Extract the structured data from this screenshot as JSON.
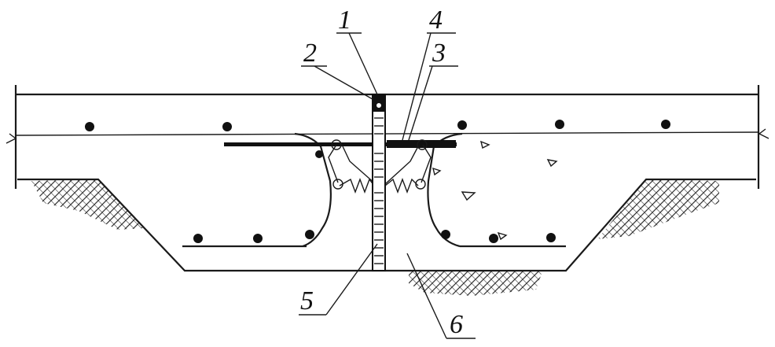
{
  "labels": {
    "l1": "1",
    "l2": "2",
    "l3": "3",
    "l4": "4",
    "l5": "5",
    "l6": "6"
  },
  "colors": {
    "ink": "#111111",
    "paper": "#ffffff",
    "soil_hatch": "#333333"
  }
}
